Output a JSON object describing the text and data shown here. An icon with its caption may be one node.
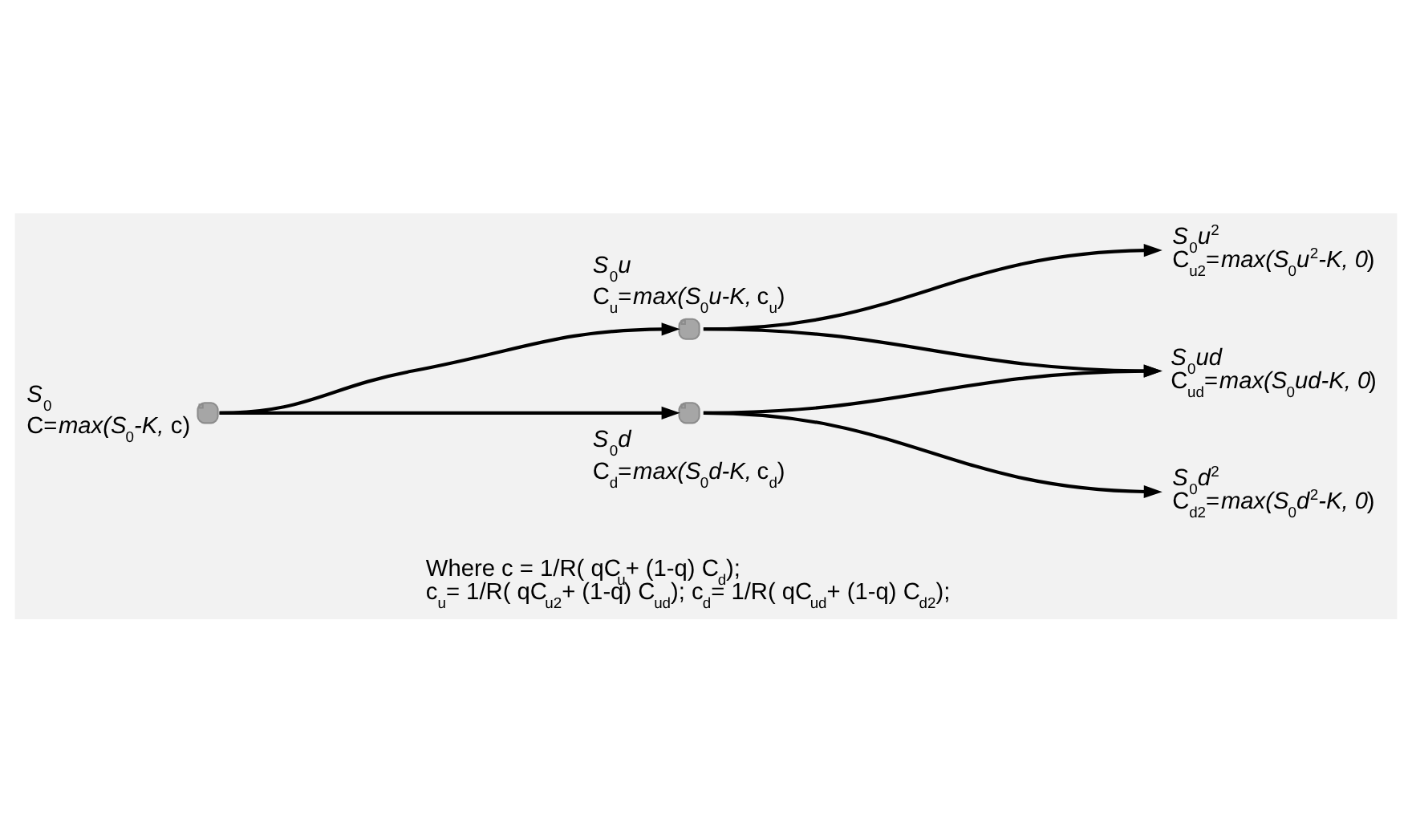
{
  "diagram": {
    "nodes": [
      {
        "text": [],
        "shape": "circle",
        "beside": [
          "*S*$_{0}$",
          "C=*max(S*$_{0}$*-K,* c)"
        ]
      },
      {
        "text": [],
        "shape": "circle",
        "beside": [
          "*S*$_{0}$*u*",
          "C$_{u}$=*max(S*$_{0}$*u-K,* c$_{u}$)"
        ]
      },
      {
        "text": [],
        "shape": "circle",
        "beside": [
          "*S*$_{0}$*d*",
          "C$_{d}$=*max(S*$_{0}$*d-K,* c$_{d}$)"
        ]
      },
      {
        "text": [
          "*S*$_{0}$*u*$^{2}$",
          "C$_{u2}$=*max(S*$_{0}$*u*$^{2}$*-K, 0*)"
        ]
      },
      {
        "text": [
          "*S*$_{0}$*ud*",
          "C$_{ud}$=*max(S*$_{0}$*ud-K, 0*)"
        ]
      },
      {
        "text": [
          "*S*$_{0}$*d*$^{2}$",
          "C$_{d2}$=*max(S*$_{0}$*d*$^{2}$*-K, 0*)"
        ]
      }
    ],
    "edges": [
      {
        "from": 0,
        "to": 1,
        "arrow": "to"
      },
      {
        "from": 0,
        "to": 2,
        "arrow": "to"
      },
      {
        "from": 1,
        "to": 3,
        "arrow": "to"
      },
      {
        "from": 1,
        "to": 4,
        "arrow": "to"
      },
      {
        "from": 2,
        "to": 4,
        "arrow": "to"
      },
      {
        "from": 2,
        "to": 5,
        "arrow": "to"
      }
    ],
    "labels": [
      "Where c = 1/R( qC$_{u}$+ (1-q) C$_{d}$);",
      "c$_{u}$= 1/R( qC$_{u2}$+ (1-q) C$_{ud}$); c$_{d}$= 1/R( qC$_{ud}$+ (1-q) C$_{d2}$);"
    ]
  }
}
